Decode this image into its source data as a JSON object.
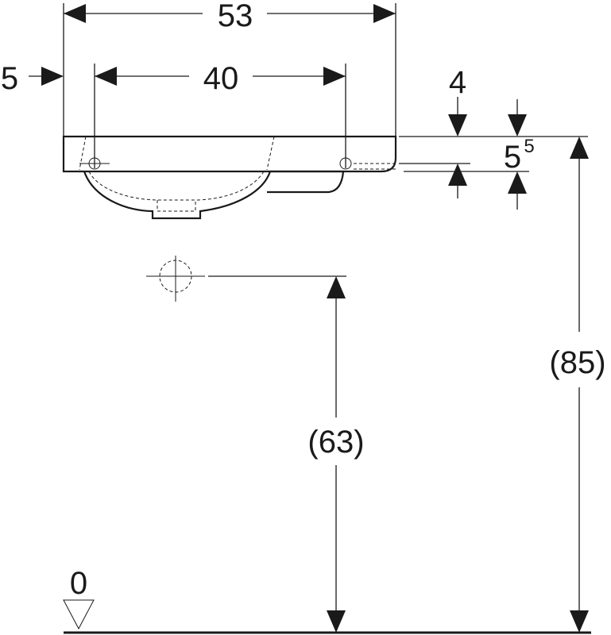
{
  "dimensions": {
    "width_53": "53",
    "width_40": "40",
    "offset_5": "5",
    "depth_4": "4",
    "thickness_main": "5",
    "thickness_sup": "5",
    "height_63": "(63)",
    "height_85": "(85)",
    "floor_level": "0"
  },
  "colors": {
    "line": "#1a1a1a",
    "background": "#ffffff"
  }
}
